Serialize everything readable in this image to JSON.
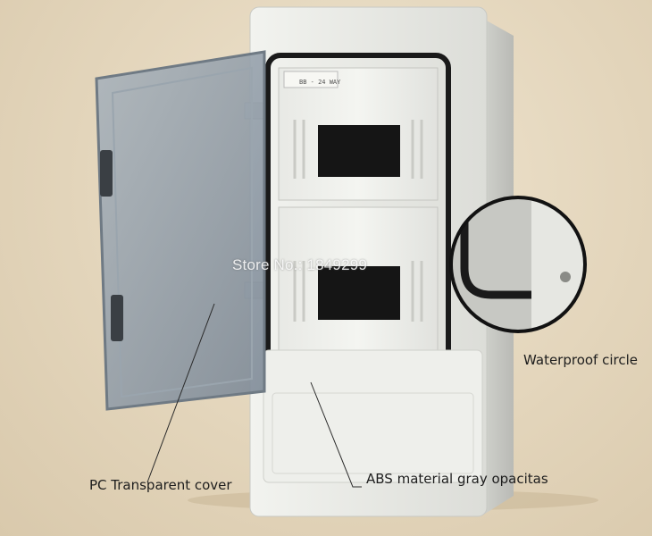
{
  "labels": {
    "waterproof": "Waterproof circle",
    "cover": "PC Transparent cover",
    "abs": "ABS material gray opacitas"
  },
  "watermark": "Store No.: 1849299",
  "box_tag": "BB - 24 WAY",
  "colors": {
    "background": "#e4d7bf",
    "enclosure": "#e9eae6",
    "gasket": "#1a1a1a",
    "cover_tint": "#8c9aa6",
    "window": "#151515"
  }
}
